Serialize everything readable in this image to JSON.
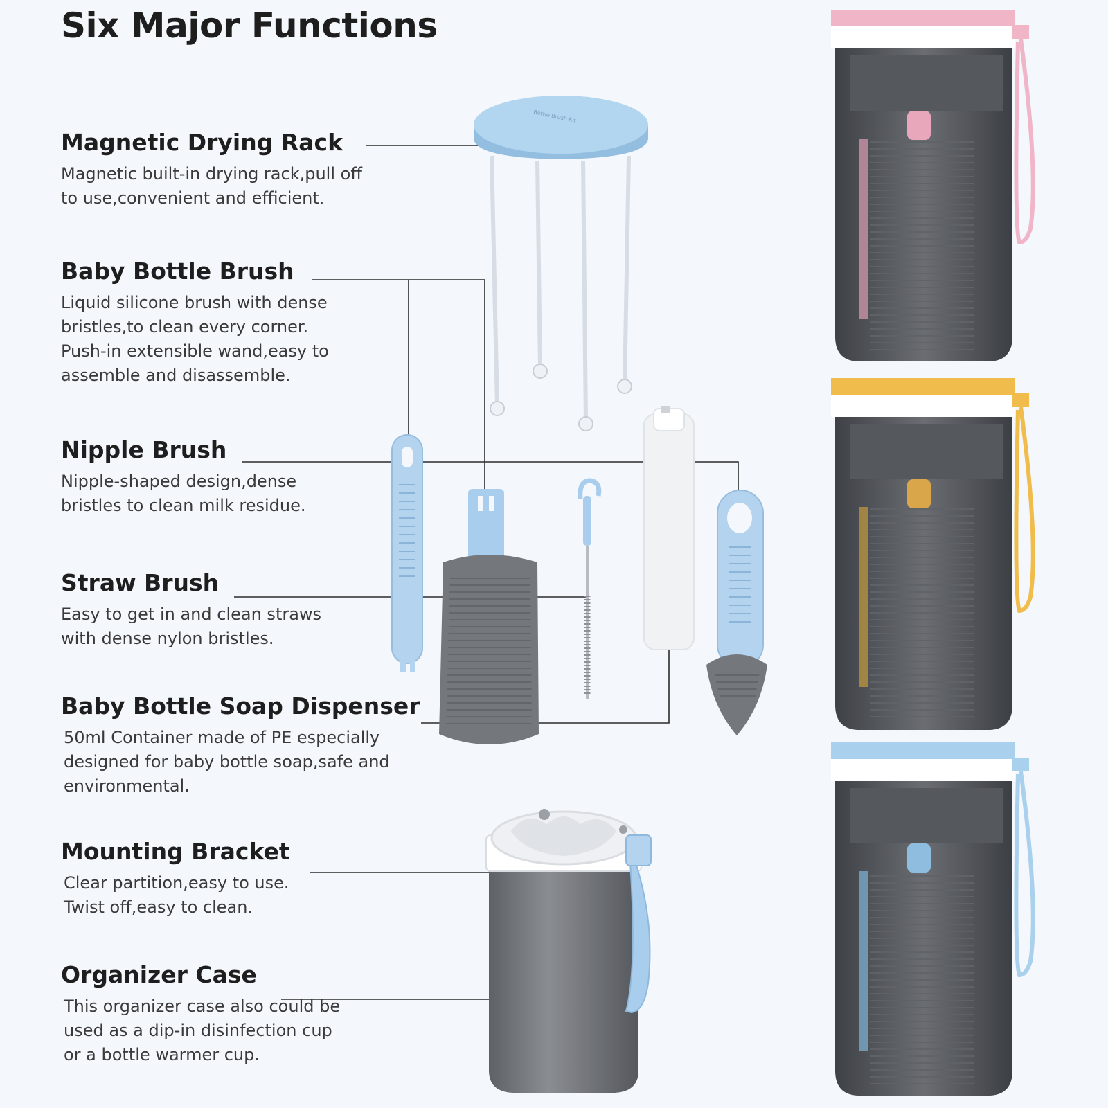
{
  "title": "Six Major Functions",
  "features": [
    {
      "name": "Magnetic Drying Rack",
      "desc": "Magnetic built-in drying rack,pull off\nto use,convenient and efficient."
    },
    {
      "name": "Baby Bottle Brush",
      "desc": "Liquid silicone brush with dense\nbristles,to clean every corner.\nPush-in extensible wand,easy to\nassemble and disassemble."
    },
    {
      "name": "Nipple Brush",
      "desc": "Nipple-shaped design,dense\nbristles to clean milk residue."
    },
    {
      "name": "Straw Brush",
      "desc": "Easy to get in and clean straws\nwith dense nylon bristles."
    },
    {
      "name": "Baby Bottle Soap  Dispenser",
      "desc": "50ml Container made of PE especially\ndesigned for baby bottle soap,safe and\nenvironmental."
    },
    {
      "name": "Mounting Bracket",
      "desc": "Clear partition,easy to use.\nTwist off,easy to clean."
    },
    {
      "name": "Organizer Case",
      "desc": "This organizer case also could be\nused as a dip-in disinfection cup\nor a bottle warmer cup."
    }
  ],
  "rack_label": "Bottle Brush Kit",
  "colors": {
    "product_blue": "#a9d0ec",
    "variant_pink": "#f0b6c8",
    "variant_yellow": "#f0bd4c",
    "variant_blue": "#a9d0ec",
    "case_gray": "#6a6d72",
    "bristle_gray": "#6f7378"
  }
}
